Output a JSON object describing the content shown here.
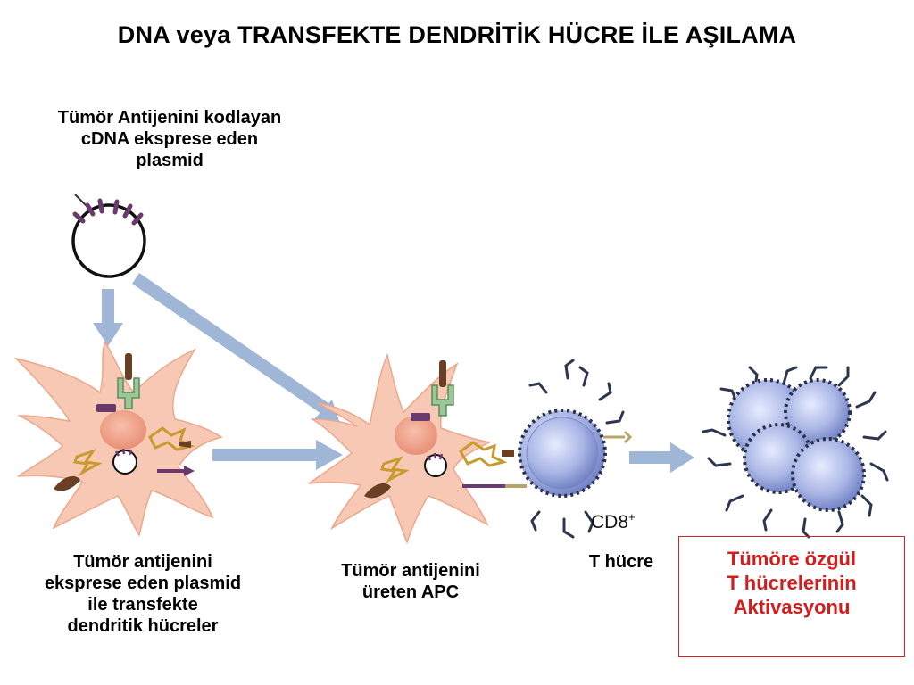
{
  "title": "DNA veya TRANSFEKTE DENDRİTİK HÜCRE İLE AŞILAMA",
  "labels": {
    "plasmid": "Tümör Antijenini kodlayan\ncDNA eksprese eden\nplasmid",
    "transfected_dc": "Tümör antijenini\neksprese eden plasmid\nile transfekte\ndendritik hücreler",
    "apc": "Tümör antijenini\nüreten APC",
    "t_cell": "T hücre",
    "cd8": "CD8",
    "cd8_sup": "+",
    "result": "Tümöre özgül\nT hücrelerinin\nAktivasyonu"
  },
  "colors": {
    "cell_fill": "#f7c9b4",
    "cell_stroke": "#e8a58a",
    "nucleus": "#f0a38c",
    "arrow": "#9fb6d6",
    "tcell_fill": "#a9b5e4",
    "tcell_ring": "#2a2f4a",
    "receptor": "#2c3650",
    "mhc_green": "#9cc79a",
    "antigen_gold": "#c99a2e",
    "purple": "#6a3a6e",
    "brown": "#6b3f24",
    "result_red": "#d41c1c"
  }
}
